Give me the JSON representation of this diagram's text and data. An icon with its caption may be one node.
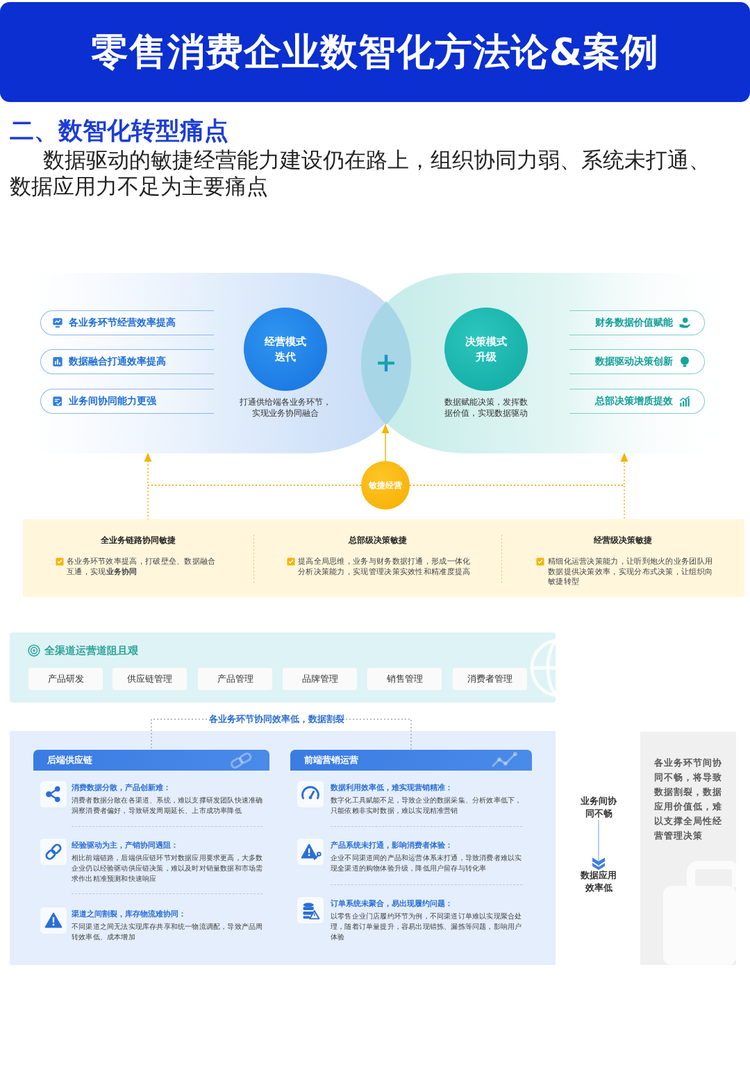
{
  "diagram": {
    "title": "零售消费企业数智化方法论&案例",
    "nodes": [
      {
        "text": [],
        "shape": "oval"
      },
      {
        "text": [
          "各业务环节经营效率提高"
        ],
        "in": 0
      },
      {
        "text": [
          "数据融合打通效率提高"
        ],
        "in": 0
      },
      {
        "text": [
          "业务间协同能力更强"
        ],
        "in": 0
      },
      {
        "text": [
          "经营模式迭代"
        ],
        "beside": [
          "打通供给端各业务环节，实现业务协同融合"
        ],
        "in": 0
      },
      {
        "text": [],
        "shape": "lens"
      },
      {
        "text": [],
        "shape": "oval"
      },
      {
        "text": [
          "决策模式升级"
        ],
        "beside": [
          "数据赋能决策，发挥数据价值，实现数据驱动"
        ],
        "in": 6
      },
      {
        "text": [
          "财务数据价值赋能"
        ],
        "in": 6
      },
      {
        "text": [
          "数据驱动决策创新"
        ],
        "in": 6
      },
      {
        "text": [
          "总部决策增质提效"
        ],
        "in": 6
      },
      {
        "text": [
          "敏捷经营"
        ]
      },
      {
        "text": [],
        "shape": "box"
      },
      {
        "text": [
          "全业务链路协同敏捷",
          "各业务环节效率提高，打破壁垒、数据融合互通，实现**业务协同**"
        ],
        "in": 12
      },
      {
        "text": [
          "总部级决策敏捷",
          "提高全局思维，业务与财务数据打通，形成一体化分析决策能力，实现管理决策实效性和精准度提高"
        ],
        "in": 12
      },
      {
        "text": [
          "经营级决策敏捷",
          "精细化运营决策能力，让听到炮火的业务团队用数据提供决策效率，实现分布式决策，让组织向敏捷转型"
        ],
        "in": 12
      },
      {
        "text": [
          "全渠道运营道阻且艰"
        ]
      },
      {
        "text": [
          "产品研发"
        ],
        "in": 16
      },
      {
        "text": [
          "供应链管理"
        ],
        "in": 16
      },
      {
        "text": [
          "产品管理"
        ],
        "in": 16
      },
      {
        "text": [
          "品牌管理"
        ],
        "in": 16
      },
      {
        "text": [
          "销售管理"
        ],
        "in": 16
      },
      {
        "text": [
          "消费者管理"
        ],
        "in": 16
      },
      {
        "text": [
          "各业务环节协同效率低，数据割裂"
        ]
      },
      {
        "text": [],
        "shape": "box"
      },
      {
        "text": [
          "后端供应链"
        ],
        "in": 24
      },
      {
        "text": [
          "消费数据分散，产品创新难：",
          "消费者数据分散在各渠道、系统，难以支撑研发团队快速准确洞察消费者偏好，导致研发周期延长、上市成功率降低"
        ],
        "in": 24
      },
      {
        "text": [
          "经验驱动为主，产销协同遇阻：",
          "相比前端链路，后端供应链环节对数据应用要求更高，大多数企业仍以经验驱动供应链决策，难以及时对销量数据和市场需求作出精准预测和快速响应"
        ],
        "in": 24
      },
      {
        "text": [
          "渠道之间割裂，库存物流难协同：",
          "不同渠道之间无法实现库存共享和统一物流调配，导致产品周转效率低、成本增加"
        ],
        "in": 24
      },
      {
        "text": [
          "前端营销运营"
        ],
        "in": 24
      },
      {
        "text": [
          "数据利用效率低，难实现营销精准：",
          "数字化工具赋能不足，导致企业的数据采集、分析效率低下，只能依赖非实时数据，难以实现精准营销"
        ],
        "in": 24
      },
      {
        "text": [
          "产品系统未打通，影响消费者体验：",
          "企业不同渠道间的产品和运营体系未打通，导致消费者难以实现全渠道的购物体验升级，降低用户留存与转化率"
        ],
        "in": 24
      },
      {
        "text": [
          "订单系统未聚合，易出现履约问题：",
          "以零售企业门店履约环节为例，不同渠道订单难以实现聚合处理，随着订单量提升，容易出现错拣、漏拣等问题，影响用户体验"
        ],
        "in": 24
      },
      {
        "text": [
          "业务间协同不畅"
        ]
      },
      {
        "text": [
          "数据应用效率低"
        ]
      },
      {
        "text": [
          "各业务环节间协同不畅，将导致数据割裂，数据应用价值低，难以支撑全局性经营管理决策"
        ]
      }
    ],
    "edges": [
      {
        "from": 11,
        "to": 0,
        "arrow": "to",
        "style": "dashed"
      },
      {
        "from": 11,
        "to": 5,
        "arrow": "to"
      },
      {
        "from": 11,
        "to": 6,
        "arrow": "to",
        "style": "dashed"
      },
      {
        "from": 11,
        "to": 13,
        "arrow": "none",
        "style": "dashed"
      },
      {
        "from": 11,
        "to": 15,
        "arrow": "none",
        "style": "dashed"
      },
      {
        "from": 23,
        "to": 25,
        "arrow": "none",
        "style": "dashed",
        "color": "#a9a9a9"
      },
      {
        "from": 23,
        "to": 29,
        "arrow": "none",
        "style": "dashed",
        "color": "#a9a9a9"
      },
      {
        "from": 33,
        "to": 34,
        "arrow": "to",
        "color": "#3f7fe0"
      }
    ],
    "labels": [
      "二、数智化转型痛点",
      "数据驱动的敏捷经营能力建设仍在路上，组织协同力弱、系统未打通、数据应用力不足为主要痛点"
    ]
  }
}
